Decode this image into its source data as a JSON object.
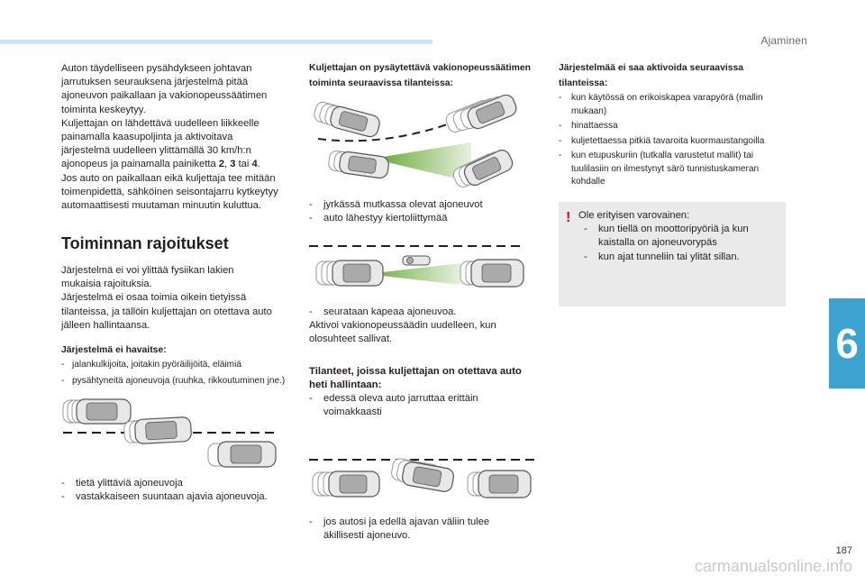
{
  "header": {
    "chapter_title": "Ajaminen",
    "chapter_number": "6",
    "page_number": "187",
    "watermark": "carmanualsonline.info"
  },
  "colors": {
    "accent_bar": "#cfe3f2",
    "chapter_tab": "#3ca2cf",
    "warning": "#e2001a",
    "radar_green": "#5aa024",
    "box_bg": "#eaeaea"
  },
  "col1": {
    "intro_lines": [
      "Auton täydelliseen pysähdykseen johtavan",
      "jarrutuksen seurauksena järjestelmä pitää",
      "ajoneuvon paikallaan ja vakionopeussäätimen",
      "toiminta keskeytyy.",
      "Kuljettajan on lähdettävä uudelleen liikkeelle",
      "painamalla kaasupoljinta ja aktivoitava",
      "järjestelmä uudelleen ylittämällä 30 km/h:n"
    ],
    "intro_line8_pre": "ajonopeus ja painamalla painiketta ",
    "intro_line8_b1": "2",
    "intro_line8_sep": ", ",
    "intro_line8_b2": "3",
    "intro_line8_mid": " tai ",
    "intro_line8_b3": "4",
    "intro_line8_end": ".",
    "intro_lines2": [
      "Jos auto on paikallaan eikä kuljettaja tee mitään",
      "toimenpidettä, sähköinen seisontajarru kytkeytyy",
      "automaattisesti muutaman minuutin kuluttua."
    ],
    "section_title": "Toiminnan rajoitukset",
    "limits_lines": [
      "Järjestelmä ei voi ylittää fysiikan lakien",
      "mukaisia rajoituksia.",
      "Järjestelmä ei osaa toimia oikein tietyissä",
      "tilanteissa, ja tällöin kuljettajan on otettava auto",
      "jälleen hallintaansa."
    ],
    "not_detected_title": "Järjestelmä ei havaitse:",
    "not_detected_items": [
      "jalankulkijoita, joitakin pyöräilijöitä, eläimiä",
      "pysähtyneitä ajoneuvoja (ruuhka, rikkoutuminen jne.)"
    ],
    "fig_items": [
      "tietä ylittäviä ajoneuvoja",
      "vastakkaiseen suuntaan ajavia ajoneuvoja."
    ]
  },
  "col2": {
    "title_lines": [
      "Kuljettajan on pysäytettävä vakionopeussäätimen",
      "toiminta seuraavissa tilanteissa:"
    ],
    "curve_items": [
      "jyrkässä mutkassa olevat ajoneuvot",
      "auto lähestyy kiertoliittymää"
    ],
    "narrow_item": "seurataan kapeaa ajoneuvoa.",
    "reactivate_lines": [
      "Aktivoi vakionopeussäädin uudelleen, kun",
      "olosuhteet sallivat."
    ],
    "takeover_title_lines": [
      "Tilanteet, joissa kuljettajan on otettava auto",
      "heti hallintaan:"
    ],
    "takeover_item_1": [
      "edessä oleva auto jarruttaa erittäin",
      "voimakkaasti"
    ],
    "takeover_item_2": [
      "jos autosi ja edellä ajavan väliin tulee",
      "äkillisesti ajoneuvo."
    ]
  },
  "col3": {
    "title_lines": [
      "Järjestelmää ei saa aktivoida seuraavissa",
      "tilanteissa:"
    ],
    "items": [
      [
        "kun käytössä on erikoiskapea varapyörä (mallin",
        "mukaan)"
      ],
      [
        "hinattaessa"
      ],
      [
        "kuljetettaessa pitkiä tavaroita kuormaustangoilla"
      ],
      [
        "kun etupuskuriin (tutkalla varustetut mallit) tai",
        "tuulilasiin on ilmestynyt särö tunnistuskameran",
        "kohdalle"
      ]
    ],
    "caution_title": "Ole erityisen varovainen:",
    "caution_items": [
      [
        "kun tiellä on moottoripyöriä ja kun",
        "kaistalla on ajoneuvorypäs"
      ],
      [
        "kun ajat tunneliin tai ylität sillan."
      ]
    ]
  }
}
